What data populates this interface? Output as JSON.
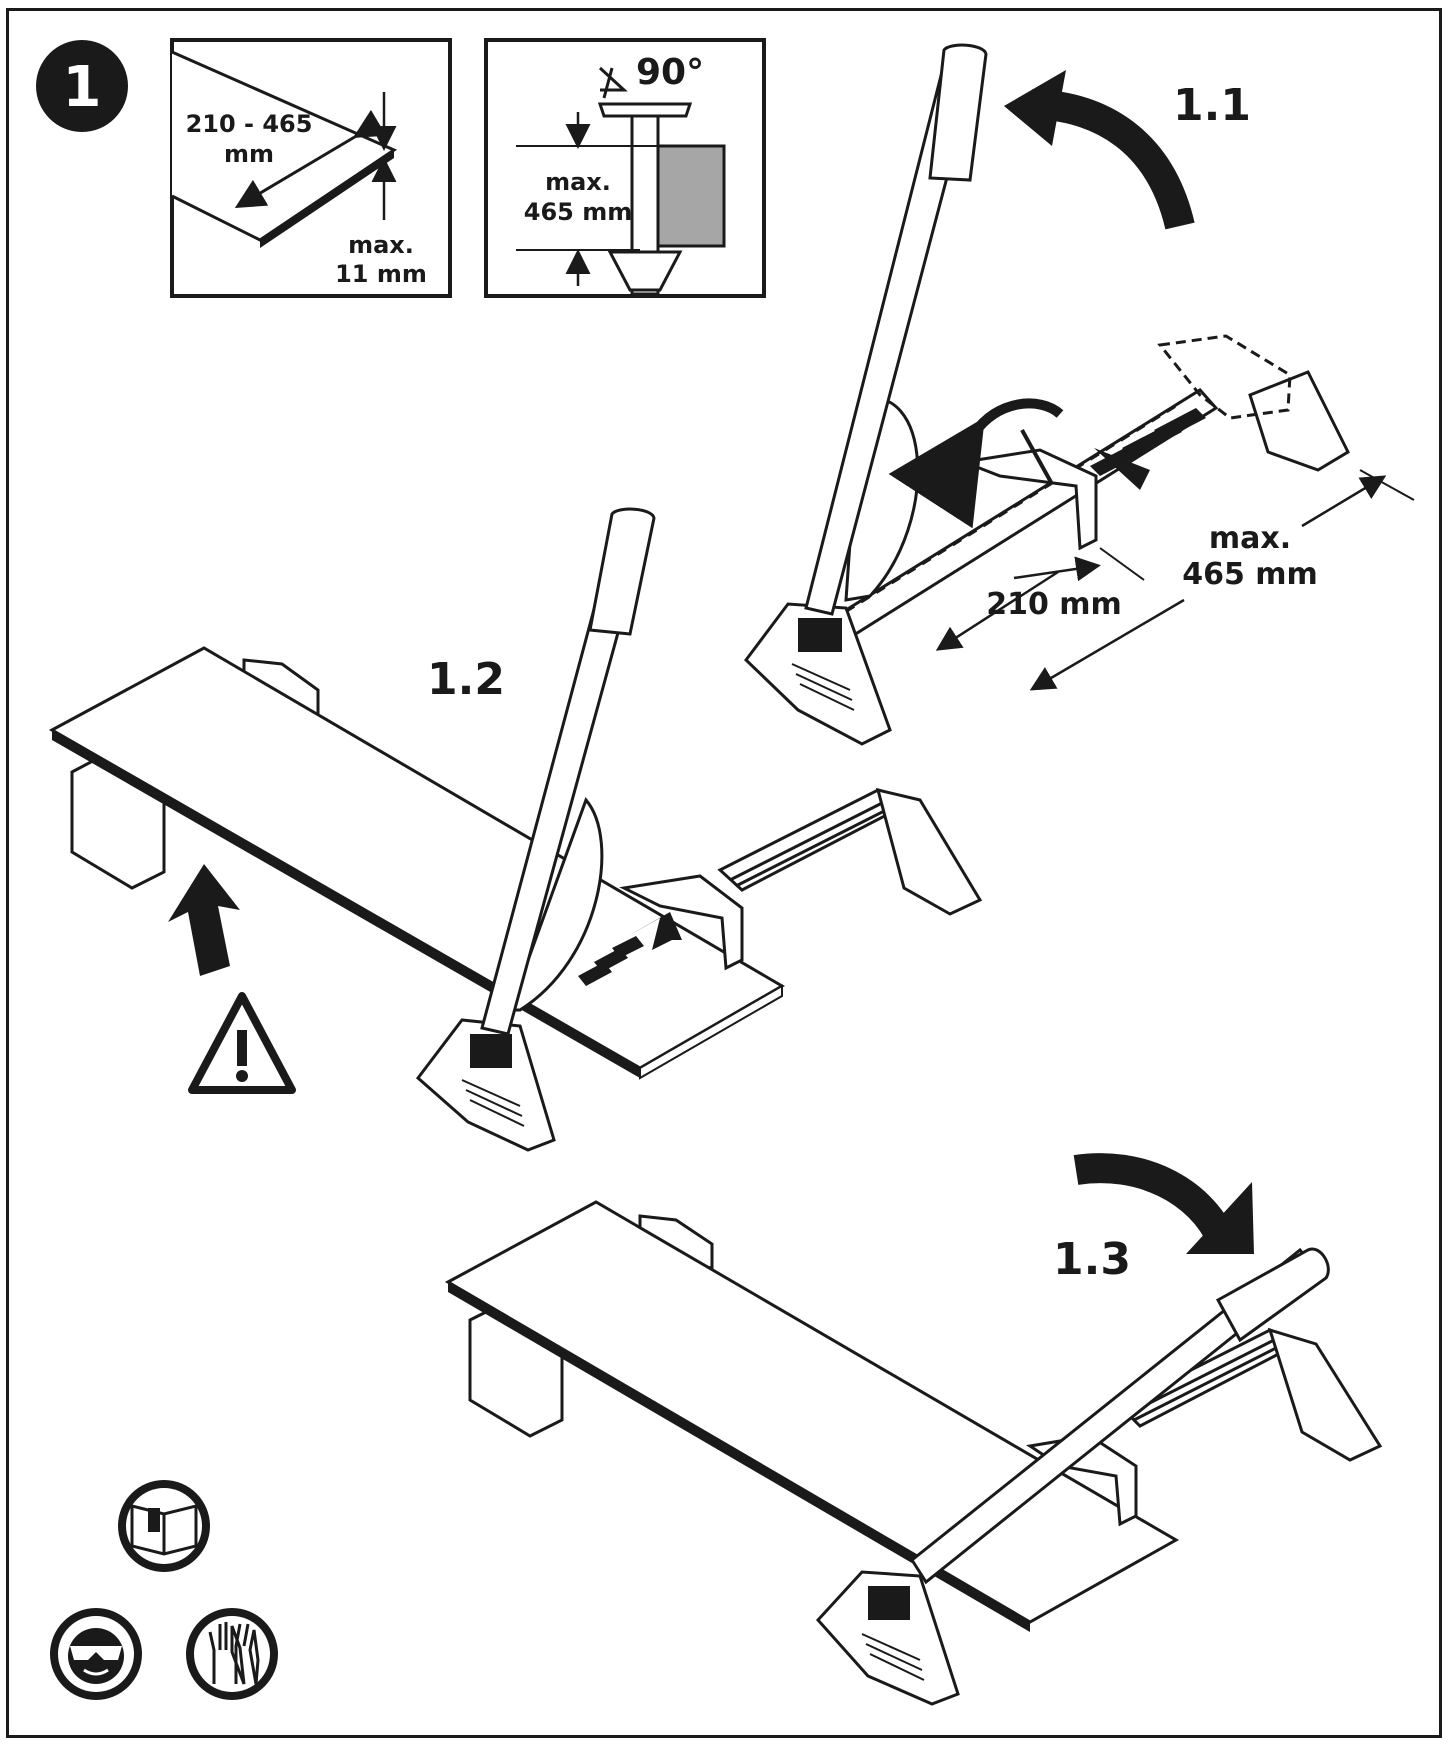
{
  "step_badge": "1",
  "steps": {
    "s1": "1.1",
    "s2": "1.2",
    "s3": "1.3"
  },
  "inset_thickness": {
    "width_range": "210 - 465",
    "width_unit": "mm",
    "thickness_line1": "max.",
    "thickness_line2": "11 mm"
  },
  "inset_angle": {
    "angle": "90°",
    "length_line1": "max.",
    "length_line2": "465 mm"
  },
  "dimensions": {
    "min_length": "210 mm",
    "max_length_line1": "max.",
    "max_length_line2": "465 mm"
  },
  "icons": [
    "read-manual-icon",
    "eye-protection-icon",
    "gloves-icon",
    "warning-icon"
  ],
  "colors": {
    "line": "#1a1a1a",
    "fill_grey": "#a6a6a6",
    "background": "#ffffff"
  }
}
